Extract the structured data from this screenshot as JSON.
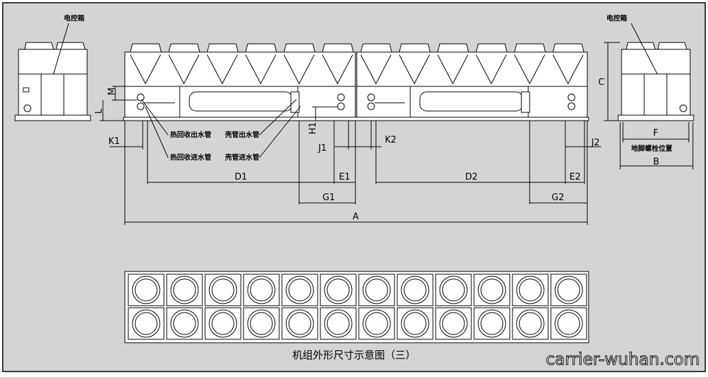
{
  "labels": {
    "control_box_left": "电控箱",
    "control_box_right": "电控箱",
    "heat_recovery_outlet": "热回收出水管",
    "heat_recovery_inlet": "热回收进水管",
    "shell_outlet": "壳管出水管",
    "shell_inlet": "壳管进水管",
    "foot_bolt_position": "地脚螺栓位置"
  },
  "dimensions": {
    "A": "A",
    "B": "B",
    "C": "C",
    "F": "F",
    "D1": "D1",
    "D2": "D2",
    "E1": "E1",
    "E2": "E2",
    "G1": "G1",
    "G2": "G2",
    "J1": "J1",
    "J2": "J2",
    "K1": "K1",
    "K2": "K2",
    "H1": "H1",
    "L": "L",
    "M": "M"
  },
  "caption": "机组外形尺寸示意图（三）",
  "watermark": "carrier-wuhan.com",
  "colors": {
    "background": "#d4d4d4",
    "line": "#000000",
    "panel": "#ffffff"
  }
}
